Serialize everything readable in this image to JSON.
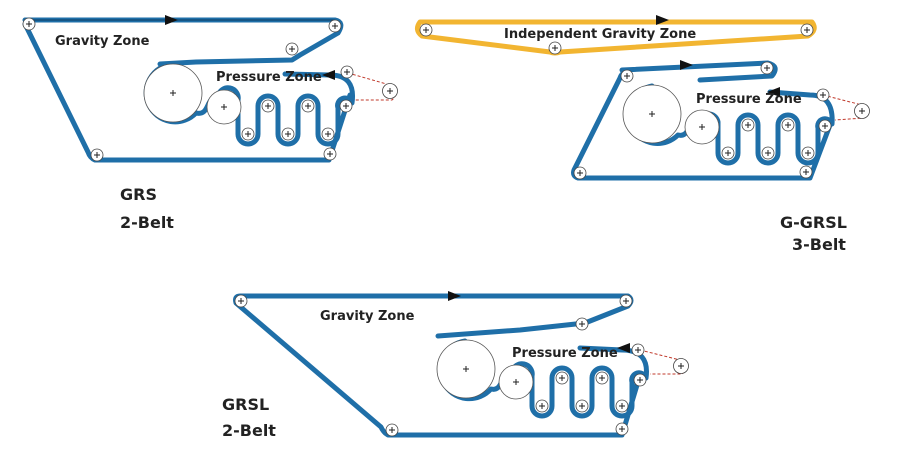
{
  "diagrams": {
    "grs": {
      "gravity_zone": "Gravity Zone",
      "pressure_zone": "Pressure Zone",
      "name": "GRS",
      "belts": "2-Belt"
    },
    "ggrsl": {
      "independent_zone": "Independent Gravity Zone",
      "pressure_zone": "Pressure Zone",
      "name": "G-GRSL",
      "belts": "3-Belt"
    },
    "grsl": {
      "gravity_zone": "Gravity Zone",
      "pressure_zone": "Pressure Zone",
      "name": "GRSL",
      "belts": "2-Belt"
    }
  },
  "colors": {
    "belt": "#1f6fa8",
    "independent_belt": "#f2b531",
    "tension_path": "#c0392b"
  }
}
